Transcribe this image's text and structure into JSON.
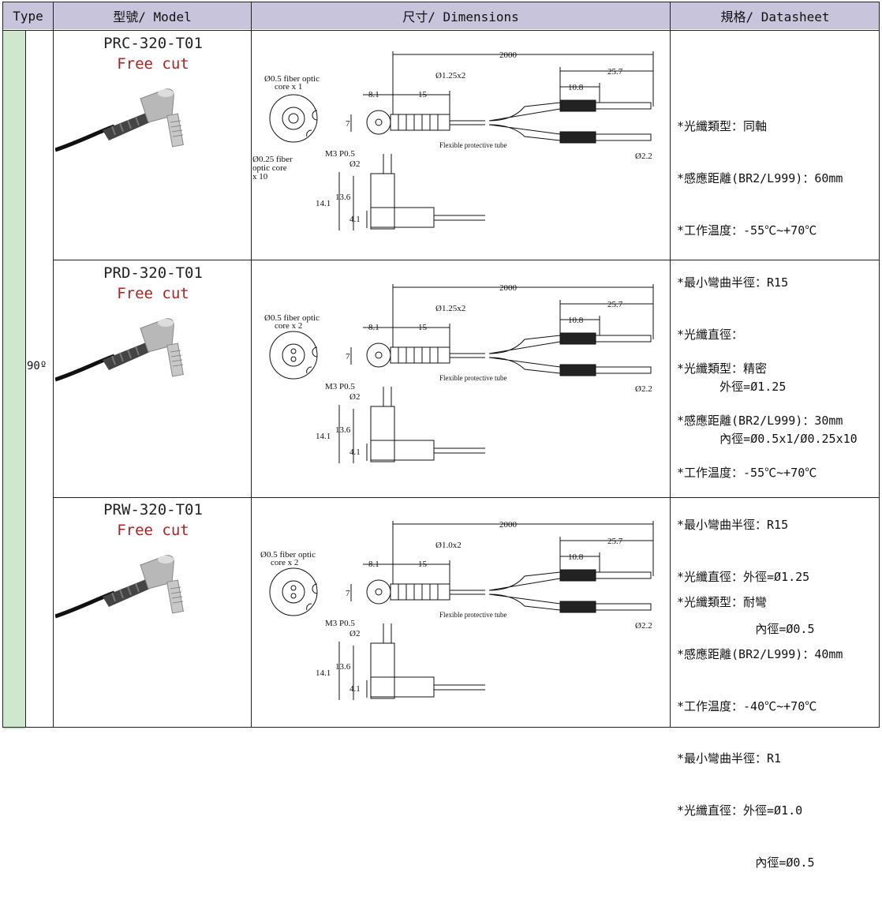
{
  "header": {
    "type": "Type",
    "model": "型號/ Model",
    "dimensions": "尺寸/ Dimensions",
    "datasheet": "規格/ Datasheet"
  },
  "type_value": "90º",
  "rows": [
    {
      "model": "PRC-320-T01",
      "cut": "Free cut",
      "spec": [
        "*光纖類型：同軸",
        "*感應距離(BR2/L999)：60mm",
        "*工作温度：-55℃~+70℃",
        "*最小彎曲半徑：R15",
        "*光纖直徑：",
        "      外徑=Ø1.25",
        "      內徑=Ø0.5x1/Ø0.25x10"
      ],
      "drawing": {
        "length": "2000",
        "end_len": "25.7",
        "sleeve_len": "10.8",
        "fiber_dia": "Ø1.25x2",
        "head_w": "8.1",
        "tube_len": "15",
        "head_h": "7",
        "tube_label": "Flexible protective tube",
        "end_dia": "Ø2.2",
        "core_a": "Ø0.5 fiber optic",
        "core_a2": "core x 1",
        "core_b": "Ø0.25 fiber",
        "core_b2": "optic core",
        "core_b3": "x 10",
        "thread": "M3 P0.5",
        "pin_dia": "Ø2",
        "h1": "14.1",
        "h2": "13.6",
        "h3": "4.1"
      }
    },
    {
      "model": "PRD-320-T01",
      "cut": "Free cut",
      "spec": [
        "*光纖類型：精密",
        "*感應距離(BR2/L999)：30mm",
        "*工作温度：-55℃~+70℃",
        "*最小彎曲半徑：R15",
        "*光纖直徑：外徑=Ø1.25",
        "           內徑=Ø0.5"
      ],
      "drawing": {
        "length": "2000",
        "end_len": "25.7",
        "sleeve_len": "10.8",
        "fiber_dia": "Ø1.25x2",
        "head_w": "8.1",
        "tube_len": "15",
        "head_h": "7",
        "tube_label": "Flexible protective tube",
        "end_dia": "Ø2.2",
        "core_a": "Ø0.5 fiber optic",
        "core_a2": "core x 2",
        "core_b": "",
        "core_b2": "",
        "core_b3": "",
        "thread": "M3 P0.5",
        "pin_dia": "Ø2",
        "h1": "14.1",
        "h2": "13.6",
        "h3": "4.1"
      }
    },
    {
      "model": "PRW-320-T01",
      "cut": "Free cut",
      "spec": [
        "*光纖類型：耐彎",
        "*感應距離(BR2/L999)：40mm",
        "*工作温度：-40℃~+70℃",
        "*最小彎曲半徑：R1",
        "*光纖直徑：外徑=Ø1.0",
        "           內徑=Ø0.5"
      ],
      "drawing": {
        "length": "2000",
        "end_len": "25.7",
        "sleeve_len": "10.8",
        "fiber_dia": "Ø1.0x2",
        "head_w": "8.1",
        "tube_len": "15",
        "head_h": "7",
        "tube_label": "Flexible protective tube",
        "end_dia": "Ø2.2",
        "core_a": "Ø0.5 fiber optic",
        "core_a2": "core x 2",
        "core_b": "",
        "core_b2": "",
        "core_b3": "",
        "thread": "M3 P0.5",
        "pin_dia": "Ø2",
        "h1": "14.1",
        "h2": "13.6",
        "h3": "4.1"
      }
    }
  ]
}
